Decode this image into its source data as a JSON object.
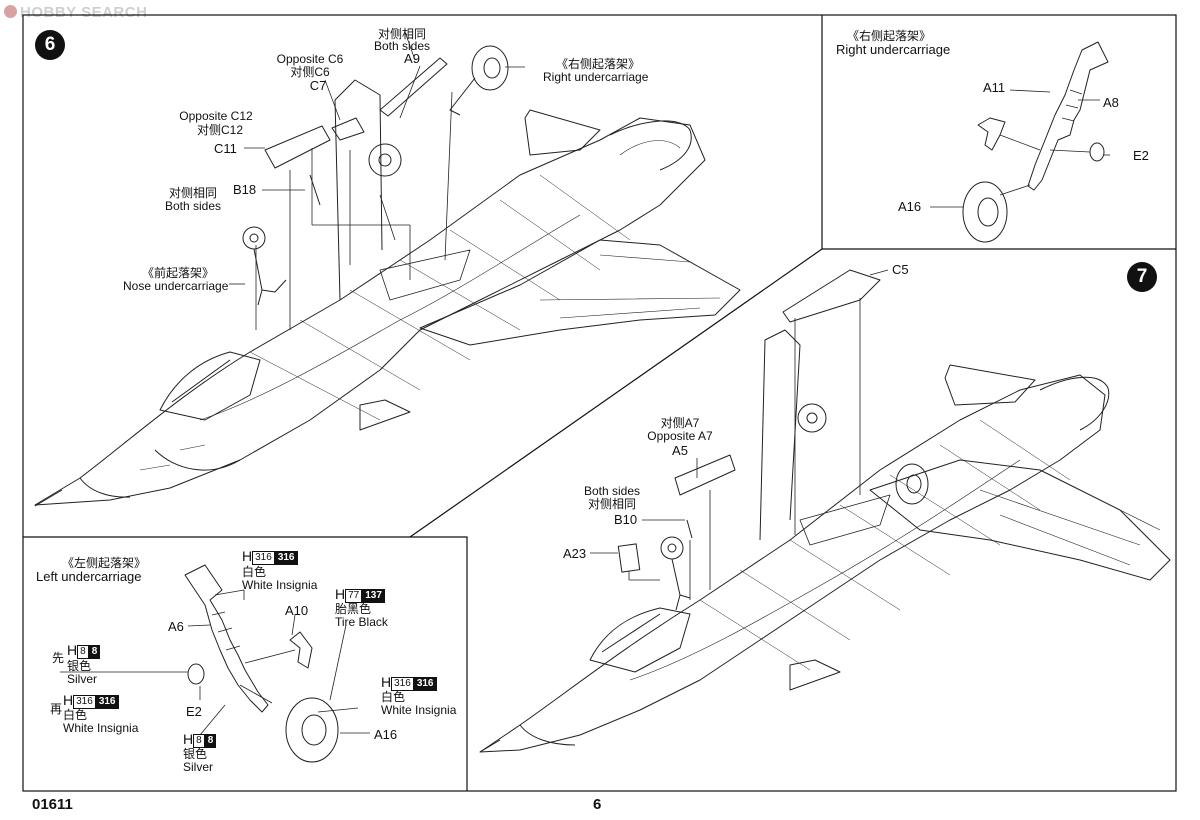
{
  "watermark": "HOBBY SEARCH",
  "footer": {
    "code": "01611",
    "page": "6"
  },
  "step6": {
    "number": "6",
    "labels": {
      "both_sides_cn": "对侧相同",
      "both_sides_en": "Both sides",
      "a9": "A9",
      "opp_c6_en": "Opposite C6",
      "opp_c6_cn": "对侧C6",
      "c7": "C7",
      "right_cn": "《右侧起落架》",
      "right_en": "Right undercarriage",
      "opp_c12_en": "Opposite C12",
      "opp_c12_cn": "对侧C12",
      "c11": "C11",
      "b18": "B18",
      "both2_cn": "对侧相同",
      "both2_en": "Both sides",
      "nose_cn": "《前起落架》",
      "nose_en": "Nose undercarriage"
    }
  },
  "right_box": {
    "title_cn": "《右侧起落架》",
    "title_en": "Right undercarriage",
    "a11": "A11",
    "a8": "A8",
    "e2": "E2",
    "a16": "A16"
  },
  "step7": {
    "number": "7",
    "labels": {
      "c5": "C5",
      "opp_a7_cn": "对侧A7",
      "opp_a7_en": "Opposite A7",
      "a5": "A5",
      "both_en": "Both sides",
      "both_cn": "对侧相同",
      "b10": "B10",
      "a23": "A23"
    }
  },
  "left_box": {
    "title_cn": "《左侧起落架》",
    "title_en": "Left undercarriage",
    "a6": "A6",
    "a10": "A10",
    "e2": "E2",
    "a16": "A16",
    "h": "H",
    "first_cn": "先",
    "then_cn": "再",
    "paint_316": {
      "code": "316",
      "cn": "白色",
      "en": "White Insignia"
    },
    "paint_77": {
      "code": "77",
      "code2": "137",
      "cn": "胎黑色",
      "en": "Tire Black"
    },
    "paint_8": {
      "code": "8",
      "cn": "银色",
      "en": "Silver"
    }
  }
}
